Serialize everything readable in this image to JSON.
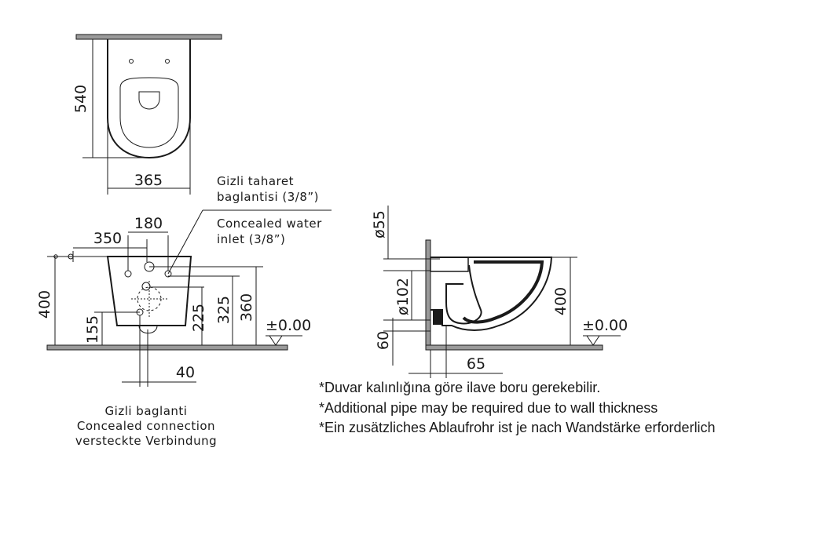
{
  "top_view": {
    "depth": "540",
    "width": "365"
  },
  "front_view": {
    "dim_350": "350",
    "dim_180": "180",
    "dim_400": "400",
    "dim_155": "155",
    "dim_225": "225",
    "dim_325": "325",
    "dim_360": "360",
    "dim_40": "40",
    "level": "±0.00",
    "water_inlet_tr_line1": "Gizli taharet",
    "water_inlet_tr_line2": "baglantisi  (3/8”)",
    "water_inlet_en_line1": "Concealed  water",
    "water_inlet_en_line2": "inlet  (3/8”)",
    "connection_tr": "Gizli  baglanti",
    "connection_en": "Concealed  connection",
    "connection_de": "versteckte  Verbindung"
  },
  "side_view": {
    "dim_55": "ø55",
    "dim_102": "ø102",
    "dim_400": "400",
    "dim_60": "60",
    "dim_65": "65",
    "level": "±0.00"
  },
  "notes": [
    "*Duvar kalınlığına göre ilave boru gerekebilir.",
    "*Additional pipe may be required due to wall thickness",
    "*Ein zusätzliches Ablaufrohr ist je nach Wandstärke erforderlich"
  ]
}
